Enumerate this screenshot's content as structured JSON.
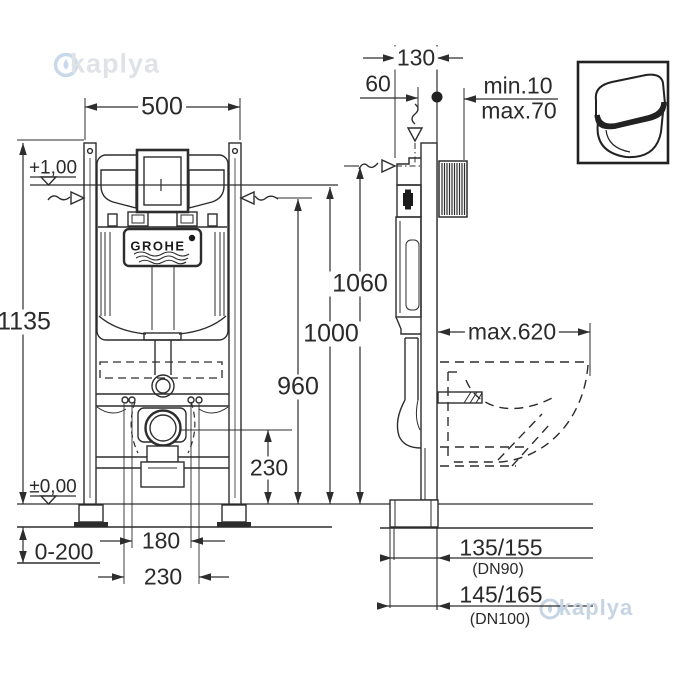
{
  "watermark": {
    "text": "kaplya"
  },
  "brand": {
    "logo": "GROHE"
  },
  "front_view": {
    "width": "500",
    "height": "1135",
    "level_top": "+1,00",
    "level_zero": "±0,00",
    "floor_adjust": "0-200",
    "bolt_spacing": "180",
    "outlet_spacing": "230",
    "outlet_height": "230"
  },
  "side_view": {
    "frame_depth": "130",
    "pipe_offset": "60",
    "wall_min": "min.10",
    "wall_max": "max.70",
    "frame_height": "1060",
    "plate_height": "1000",
    "cistern_height": "960",
    "bowl_depth": "max.620",
    "drain_dn90": "135/155",
    "drain_dn90_label": "(DN90)",
    "drain_dn100": "145/165",
    "drain_dn100_label": "(DN100)"
  },
  "colors": {
    "line": "#2d2d2d",
    "watermark_gray": "#dfe3e7",
    "watermark_blue": "#c6d4e4"
  }
}
